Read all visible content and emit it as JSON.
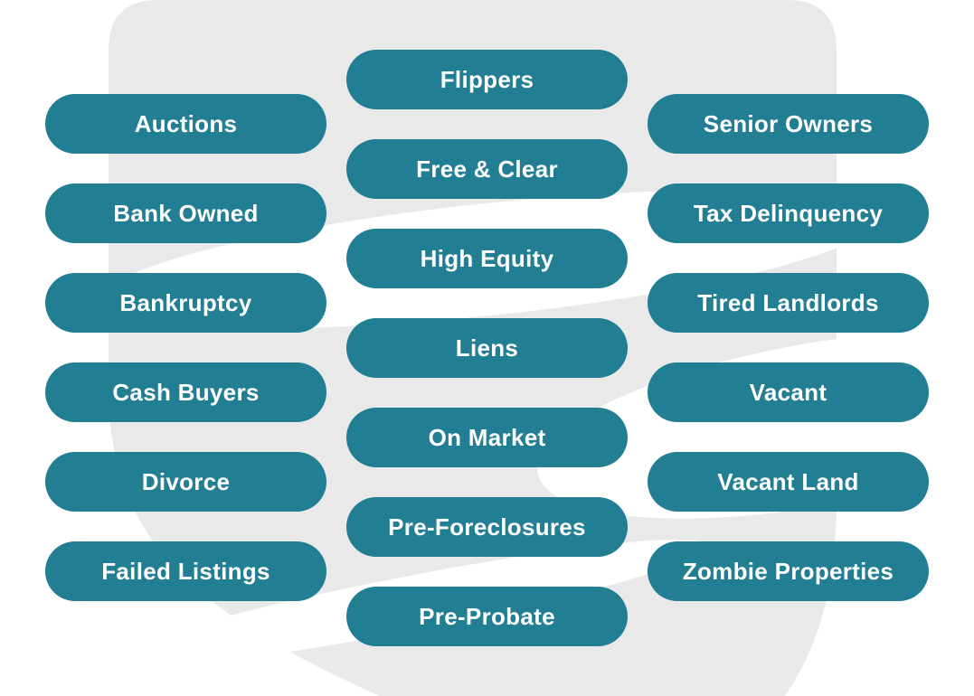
{
  "theme": {
    "pill_color": "#227E93",
    "pill_text_color": "#FFFFFF",
    "page_background": "#FFFFFF",
    "blob_color": "#E9E9E9"
  },
  "pills": {
    "left": [
      "Auctions",
      "Bank Owned",
      "Bankruptcy",
      "Cash Buyers",
      "Divorce",
      "Failed Listings"
    ],
    "middle": [
      "Flippers",
      "Free & Clear",
      "High Equity",
      "Liens",
      "On Market",
      "Pre-Foreclosures",
      "Pre-Probate"
    ],
    "right": [
      "Senior Owners",
      "Tax Delinquency",
      "Tired Landlords",
      "Vacant",
      "Vacant Land",
      "Zombie Properties"
    ]
  }
}
